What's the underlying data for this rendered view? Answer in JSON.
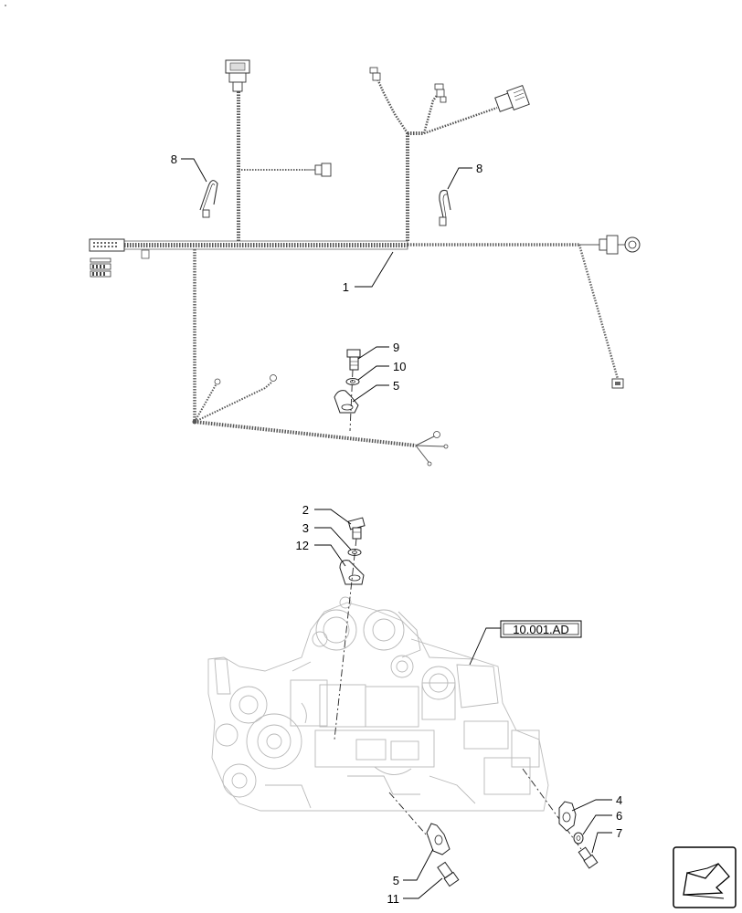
{
  "callouts": [
    {
      "id": "harness",
      "text": "1"
    },
    {
      "id": "bolt_top",
      "text": "2"
    },
    {
      "id": "washer_top",
      "text": "3"
    },
    {
      "id": "clip_right",
      "text": "4"
    },
    {
      "id": "clip_mid",
      "text": "5"
    },
    {
      "id": "clip_bottom",
      "text": "5"
    },
    {
      "id": "washer_right",
      "text": "6"
    },
    {
      "id": "bolt_right",
      "text": "7"
    },
    {
      "id": "strap_left",
      "text": "8"
    },
    {
      "id": "strap_right",
      "text": "8"
    },
    {
      "id": "bolt_mid",
      "text": "9"
    },
    {
      "id": "washer_mid",
      "text": "10"
    },
    {
      "id": "bolt_bottom",
      "text": "11"
    },
    {
      "id": "clip_top",
      "text": "12"
    }
  ],
  "reference_box": {
    "text": "10.001.AD"
  },
  "icons": {
    "nav": "arrow-icon"
  }
}
